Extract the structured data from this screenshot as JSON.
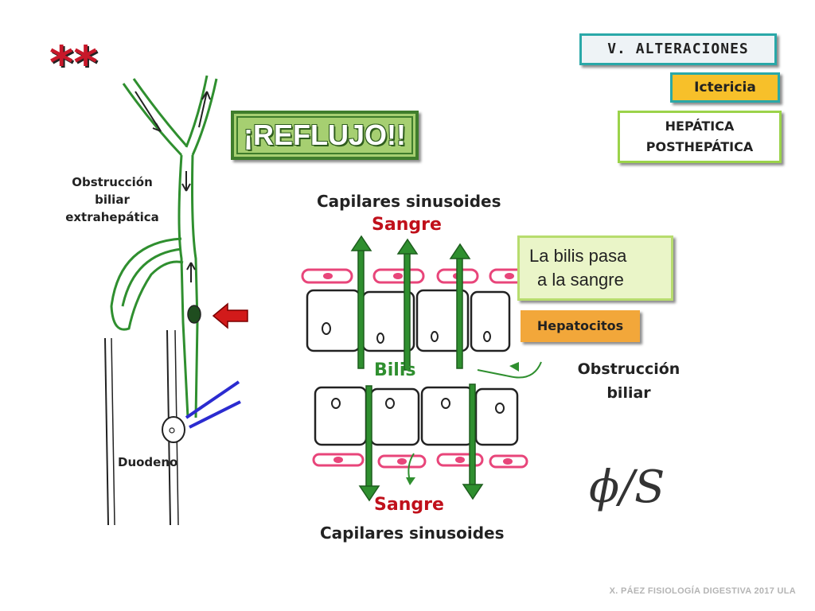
{
  "header": {
    "stars": "**",
    "section_tag": "V. ALTERACIONES",
    "topic_tag": "Ictericia",
    "types": [
      "HEPÁTICA",
      "POSTHEPÁTICA"
    ]
  },
  "title": "¡REFLUJO!!",
  "left_diagram": {
    "obstruction_label": [
      "Obstrucción",
      "biliar",
      "extrahepática"
    ],
    "duodeno_label": "Duodeno"
  },
  "center_diagram": {
    "top_caption": "Capilares sinusoides",
    "top_blood": "Sangre",
    "bile_label": "Bilis",
    "bottom_blood": "Sangre",
    "bottom_caption": "Capilares sinusoides",
    "bile_to_blood_box": [
      "La bilis pasa",
      "a la sangre"
    ],
    "hepatocytes_tag": "Hepatocitos",
    "obstruction_label": [
      "Obstrucción",
      "biliar"
    ],
    "handwriting": "ϕ/S"
  },
  "footer": "X. PÁEZ   FISIOLOGÍA DIGESTIVA 2017 ULA",
  "colors": {
    "bile_green": "#2f8f2f",
    "blood_red": "#c0101b",
    "erythrocyte_pink": "#e8457a",
    "duct_blue": "#2b2bd0"
  }
}
